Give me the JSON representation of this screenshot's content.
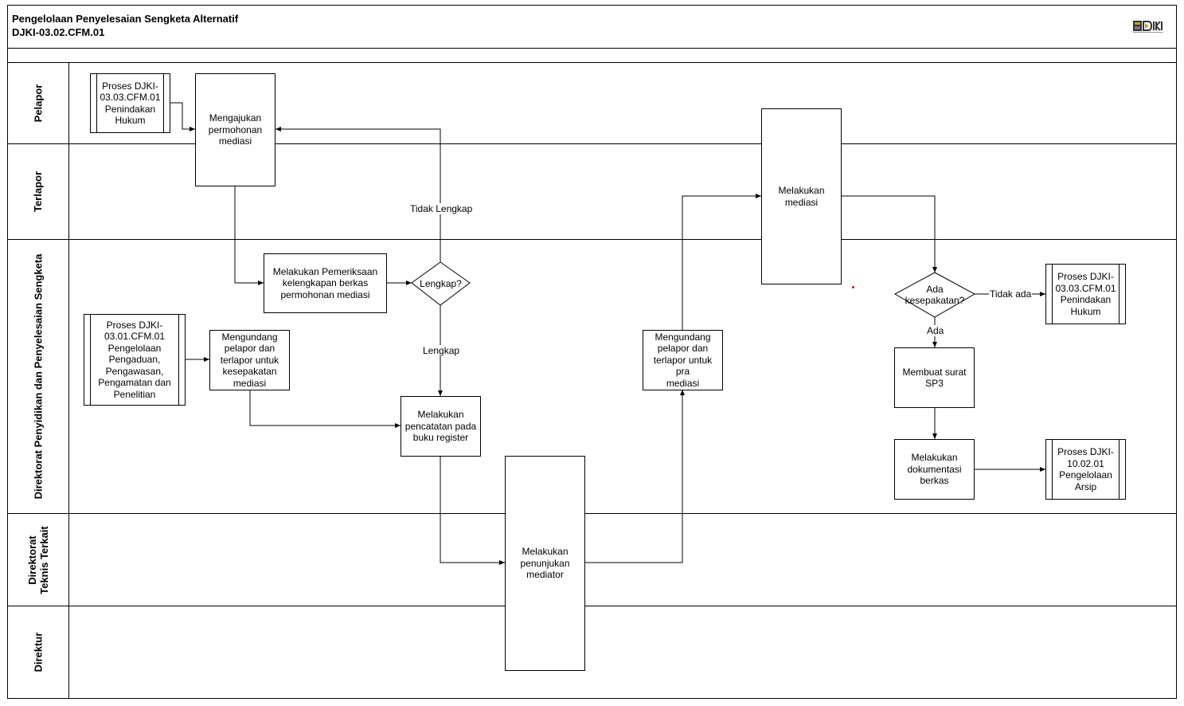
{
  "header": {
    "title": "Pengelolaan Penyelesaian Sengketa Alternatif",
    "code": "DJKI-03.02.CFM.01",
    "logo_icon": "djki-logo-icon"
  },
  "lanes": [
    {
      "label": "Pelapor"
    },
    {
      "label": "Terlapor"
    },
    {
      "label": "Direktorat Penyidikan dan Penyelesaian Sengketa"
    },
    {
      "label": "Direktorat\nTeknis Terkait"
    },
    {
      "label": "Direktur"
    }
  ],
  "nodes": {
    "proc_penindakan_1": "Proses DJKI-\n03.03.CFM.01\nPenindakan\nHukum",
    "mengajukan": "Mengajukan\npermohonan\nmediasi",
    "pemeriksaan": "Melakukan Pemeriksaan\nkelengkapan berkas\npermohonan mediasi",
    "lengkap_decision": "Lengkap?",
    "proc_pengaduan": "Proses DJKI-\n03.01.CFM.01\nPengelolaan\nPengaduan,\nPengawasan,\nPengamatan dan\nPenelitian",
    "mengundang_kesepakatan": "Mengundang\npelapor dan\nterlapor untuk\nkesepakatan\nmediasi",
    "pencatatan": "Melakukan\npencatatan pada\nbuku register",
    "penunjukan": "Melakukan\npenunjukan\nmediator",
    "mengundang_pra": "Mengundang\npelapor dan\nterlapor untuk pra\nmediasi",
    "mediasi": "Melakukan\nmediasi",
    "kesepakatan_decision": "Ada\nkesepakatan?",
    "proc_penindakan_2": "Proses DJKI-\n03.03.CFM.01\nPenindakan\nHukum",
    "sp3": "Membuat surat\nSP3",
    "dokumentasi": "Melakukan\ndokumentasi\nberkas",
    "proc_arsip": "Proses DJKI-\n10.02.01\nPengelolaan\nArsip"
  },
  "edge_labels": {
    "tidak_lengkap": "Tidak Lengkap",
    "lengkap": "Lengkap",
    "tidak_ada": "Tidak ada",
    "ada": "Ada"
  }
}
